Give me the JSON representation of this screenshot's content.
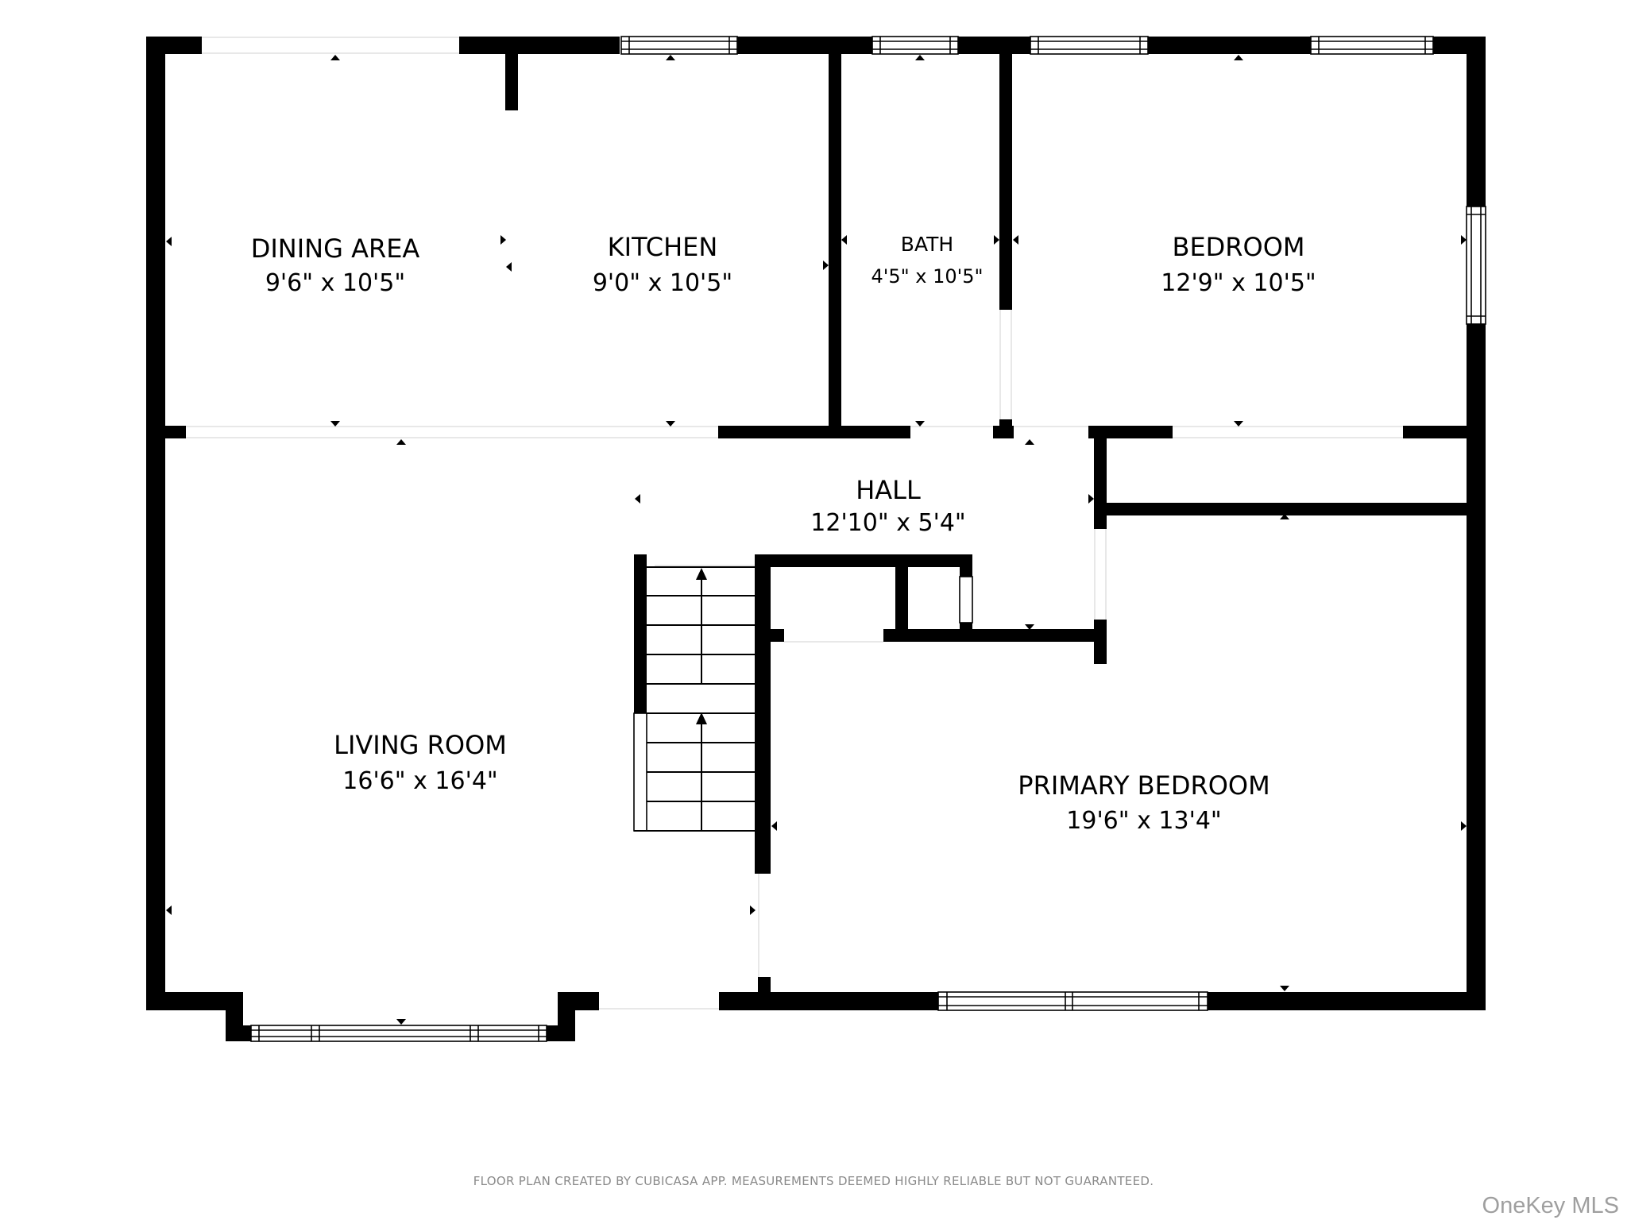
{
  "rooms": {
    "dining": {
      "name": "DINING AREA",
      "dims": "9'6\" x 10'5\""
    },
    "kitchen": {
      "name": "KITCHEN",
      "dims": "9'0\" x 10'5\""
    },
    "bath": {
      "name": "BATH",
      "dims": "4'5\" x 10'5\""
    },
    "bedroom": {
      "name": "BEDROOM",
      "dims": "12'9\" x 10'5\""
    },
    "hall": {
      "name": "HALL",
      "dims": "12'10\" x 5'4\""
    },
    "living": {
      "name": "LIVING ROOM",
      "dims": "16'6\" x 16'4\""
    },
    "primary": {
      "name": "PRIMARY BEDROOM",
      "dims": "19'6\" x 13'4\""
    }
  },
  "footer": {
    "note": "FLOOR PLAN CREATED BY CUBICASA APP. MEASUREMENTS DEEMED HIGHLY RELIABLE BUT NOT GUARANTEED.",
    "watermark": "OneKey MLS"
  },
  "colors": {
    "wall": "#000000",
    "background": "#ffffff",
    "footer_text": "#8a8a8a"
  }
}
